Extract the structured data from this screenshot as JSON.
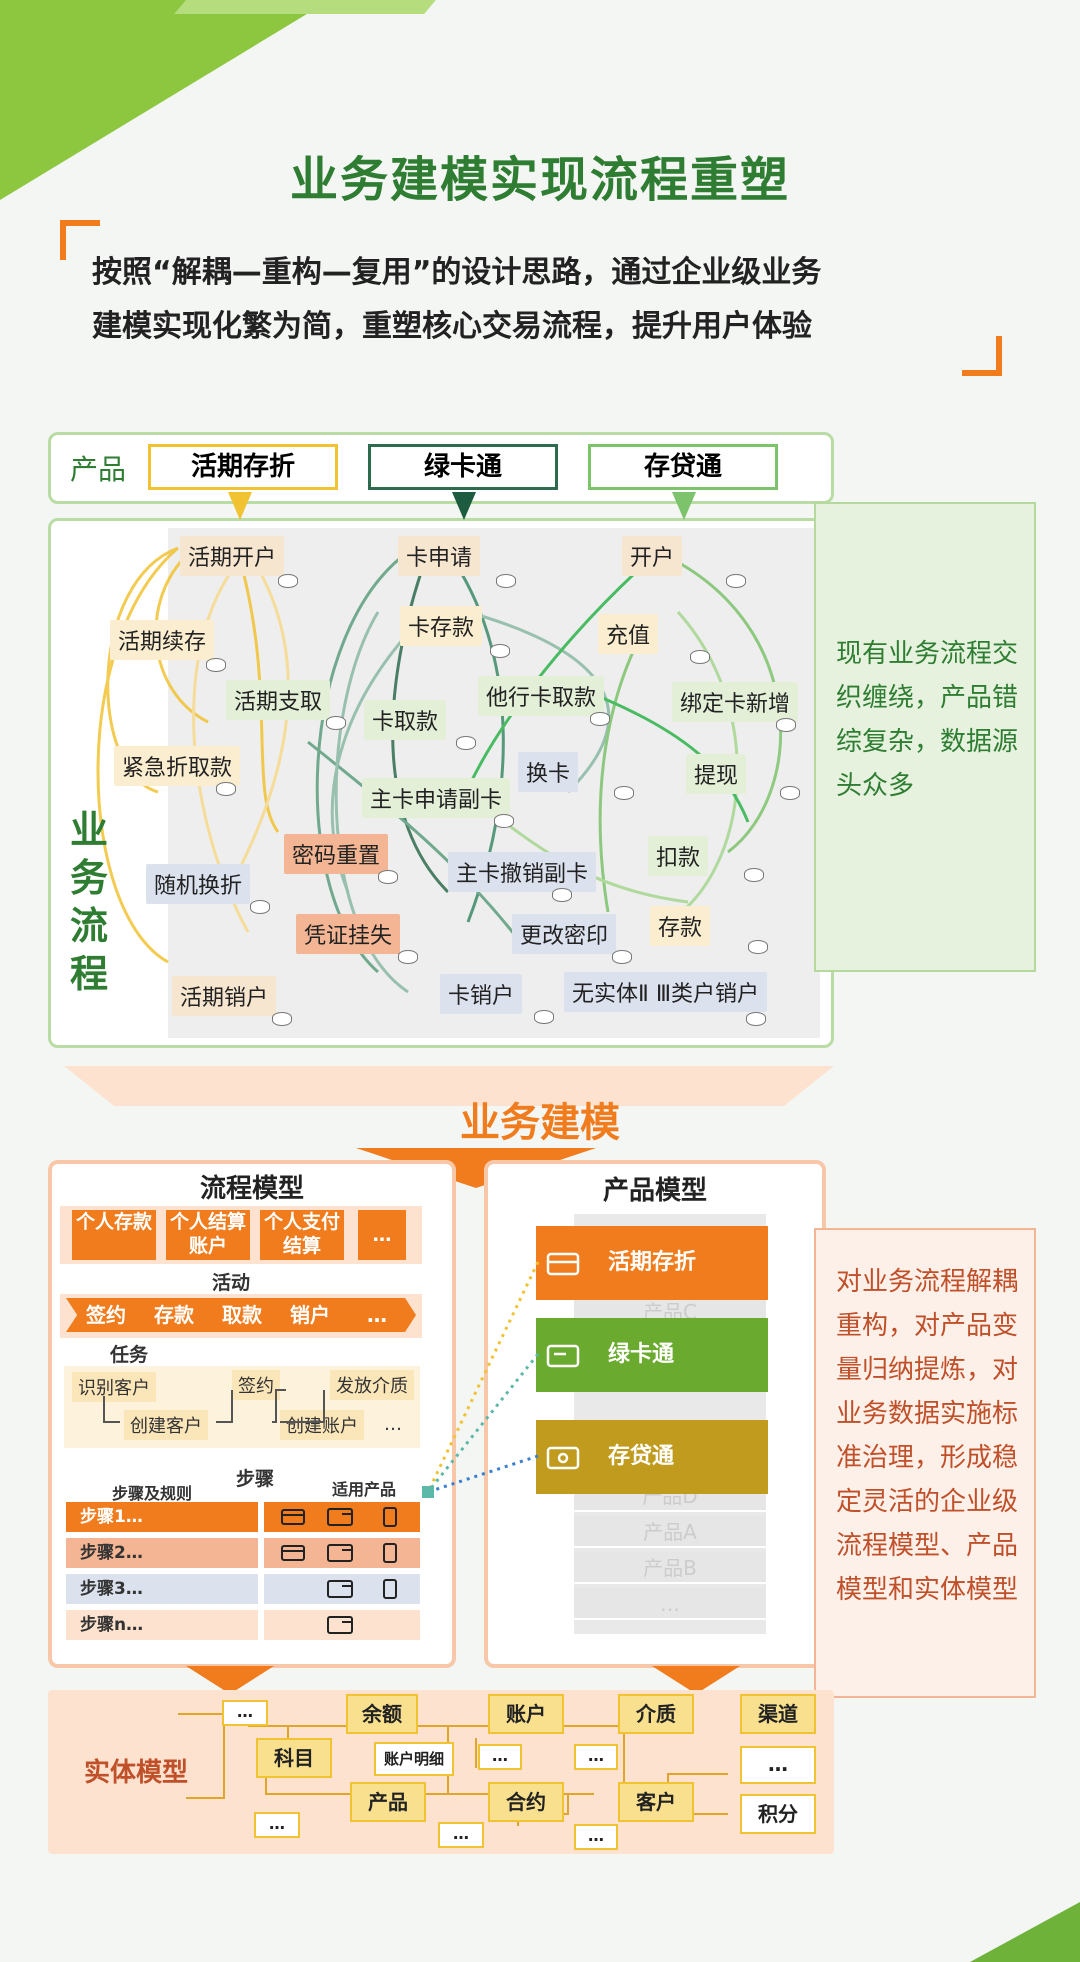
{
  "title": "业务建模实现流程重塑",
  "subtitle_line1": "按照“解耦—重构—复用”的设计思路，通过企业级业务",
  "subtitle_line2": "建模实现化繁为简，重塑核心交易流程，提升用户体验",
  "top": {
    "product_label": "产品",
    "products": [
      "活期存折",
      "绿卡通",
      "存贷通"
    ],
    "process_label": "业务流程",
    "nodes": [
      "活期开户",
      "卡申请",
      "开户",
      "活期续存",
      "卡存款",
      "充值",
      "活期支取",
      "卡取款",
      "他行卡取款",
      "绑定卡新增",
      "紧急折取款",
      "换卡",
      "提现",
      "主卡申请副卡",
      "密码重置",
      "扣款",
      "随机换折",
      "主卡撤销副卡",
      "凭证挂失",
      "更改密印",
      "存款",
      "活期销户",
      "卡销户",
      "无实体Ⅱ Ⅲ类户销户"
    ],
    "note": "现有业务流程交织缠绕，产品错综复杂，数据源头众多"
  },
  "middle": {
    "title": "业务建模",
    "process_model": {
      "title": "流程模型",
      "products": [
        "个人存款",
        "个人结算账户",
        "个人支付结算",
        "…"
      ],
      "activity_label": "活动",
      "activities": [
        "签约",
        "存款",
        "取款",
        "销户",
        "…"
      ],
      "task_label": "任务",
      "tasks": [
        "识别客户",
        "签约",
        "发放介质",
        "创建客户",
        "创建账户",
        "…"
      ],
      "step_label": "步骤",
      "step_rules_label": "步骤及规则",
      "applicable_label": "适用产品",
      "steps": [
        "步骤1…",
        "步骤2…",
        "步骤3…",
        "步骤n…"
      ]
    },
    "product_model": {
      "title": "产品模型",
      "cards": [
        "活期存折",
        "绿卡通",
        "存贷通"
      ],
      "ghosts": [
        "产品C",
        "产品D",
        "产品A",
        "产品B",
        "…"
      ]
    },
    "note": "对业务流程解耦重构，对产品变量归纳提炼，对业务数据实施标准治理，形成稳定灵活的企业级流程模型、产品模型和实体模型"
  },
  "entity": {
    "label": "实体模型",
    "items": [
      "余额",
      "账户",
      "介质",
      "渠道",
      "科目",
      "账户明细",
      "产品",
      "合约",
      "客户",
      "积分",
      "…"
    ]
  },
  "colors": {
    "green": "#2e7d32",
    "orange": "#f07c1e",
    "yellow": "#f1c232"
  }
}
